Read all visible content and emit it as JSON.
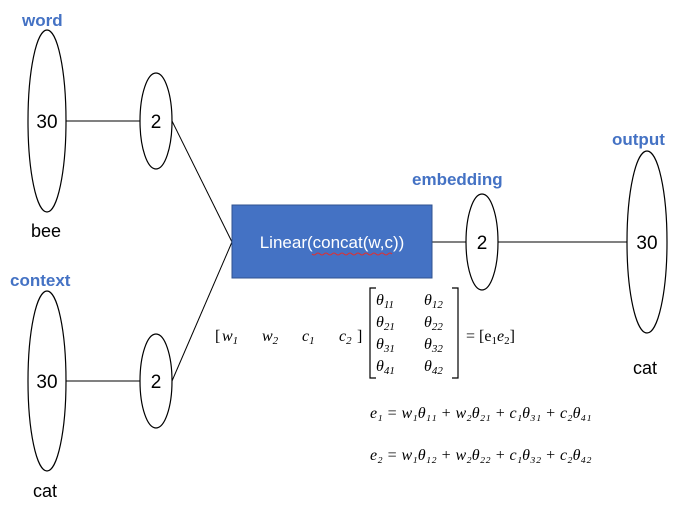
{
  "labels": {
    "word": "word",
    "context": "context",
    "embedding": "embedding",
    "output": "output"
  },
  "nodes": {
    "word_input": "30",
    "word_hidden": "2",
    "word_caption": "bee",
    "context_input": "30",
    "context_hidden": "2",
    "context_caption": "cat",
    "embedding": "2",
    "output": "30",
    "output_caption": "cat"
  },
  "linear_box": {
    "label": "Linear(concat(w,c))",
    "fill": "#4472c4"
  },
  "equations": {
    "row_vector": [
      "w",
      "1",
      "w",
      "2",
      "c",
      "1",
      "c",
      "2"
    ],
    "matrix": [
      [
        "θ",
        "11",
        "θ",
        "12"
      ],
      [
        "θ",
        "21",
        "θ",
        "22"
      ],
      [
        "θ",
        "31",
        "θ",
        "32"
      ],
      [
        "θ",
        "41",
        "θ",
        "42"
      ]
    ],
    "result": "= [e",
    "e1": "e₁ = w₁θ₁₁ + w₂θ₂₁ + c₁θ₃₁ + c₂θ₄₁",
    "e2": "e₂ = w₁θ₁₂ + w₂θ₂₂ + c₁θ₃₂ + c₂θ₄₂"
  },
  "colors": {
    "label_blue": "#4472c4",
    "box_blue": "#4472c4"
  }
}
